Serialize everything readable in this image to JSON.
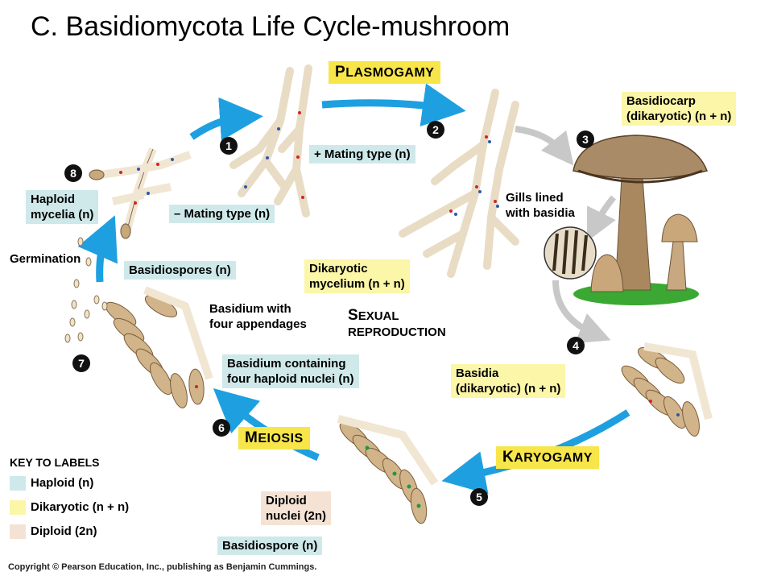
{
  "title": "C.  Basidiomycota Life Cycle-mushroom",
  "stages": {
    "plasmogamy": {
      "first": "P",
      "rest": "LASMOGAMY"
    },
    "karyogamy": {
      "first": "K",
      "rest": "ARYOGAMY"
    },
    "meiosis": {
      "first": "M",
      "rest": "EIOSIS"
    }
  },
  "sexual_reproduction": {
    "first1": "S",
    "rest1": "EXUAL",
    "line2": "REPRODUCTION"
  },
  "steps": [
    "1",
    "2",
    "3",
    "4",
    "5",
    "6",
    "7",
    "8"
  ],
  "labels": {
    "plus_mating": "+ Mating type (n)",
    "minus_mating": "– Mating type (n)",
    "basidiocarp_1": "Basidiocarp",
    "basidiocarp_2": "(dikaryotic) (n + n)",
    "gills_1": "Gills lined",
    "gills_2": "with basidia",
    "dikaryotic_mycelium_1": "Dikaryotic",
    "dikaryotic_mycelium_2": "mycelium (n + n)",
    "haploid_mycelia_1": "Haploid",
    "haploid_mycelia_2": "mycelia (n)",
    "germination": "Germination",
    "basidiospores": "Basidiospores (n)",
    "basidium_four_1": "Basidium with",
    "basidium_four_2": "four appendages",
    "basidium_nuclei_1": "Basidium containing",
    "basidium_nuclei_2": "four haploid nuclei (n)",
    "basidia_1": "Basidia",
    "basidia_2": "(dikaryotic) (n + n)",
    "diploid_nuclei_1": "Diploid",
    "diploid_nuclei_2": "nuclei (2n)",
    "basidiospore": "Basidiospore (n)"
  },
  "key": {
    "title": "KEY TO LABELS",
    "items": [
      {
        "label": "Haploid (n)",
        "color": "#cfe9ea"
      },
      {
        "label": "Dikaryotic (n + n)",
        "color": "#fbf6a8"
      },
      {
        "label": "Diploid (2n)",
        "color": "#f4e3d4"
      }
    ]
  },
  "copyright": "Copyright © Pearson Education, Inc., publishing as Benjamin Cummings.",
  "colors": {
    "arrow_blue": "#1ea0e0",
    "arrow_gray": "#c8c8c8",
    "hypha": "#f1e6d2",
    "cap": "#a98b67",
    "grass": "#3aa832",
    "nucleus_red": "#d2232a",
    "nucleus_blue": "#2f56b0",
    "nucleus_green": "#1a9a4a"
  }
}
